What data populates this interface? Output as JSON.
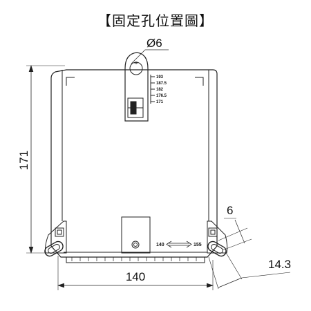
{
  "title": "【固定孔位置圖】",
  "dimensions": {
    "hole_diameter": "Ø6",
    "height": "171",
    "width": "140",
    "slot_width": "6",
    "slot_length": "14.3"
  },
  "hanger_scale": [
    "193",
    "187.5",
    "182",
    "176.5",
    "171"
  ],
  "range_label": {
    "from": "140",
    "to": "155"
  }
}
